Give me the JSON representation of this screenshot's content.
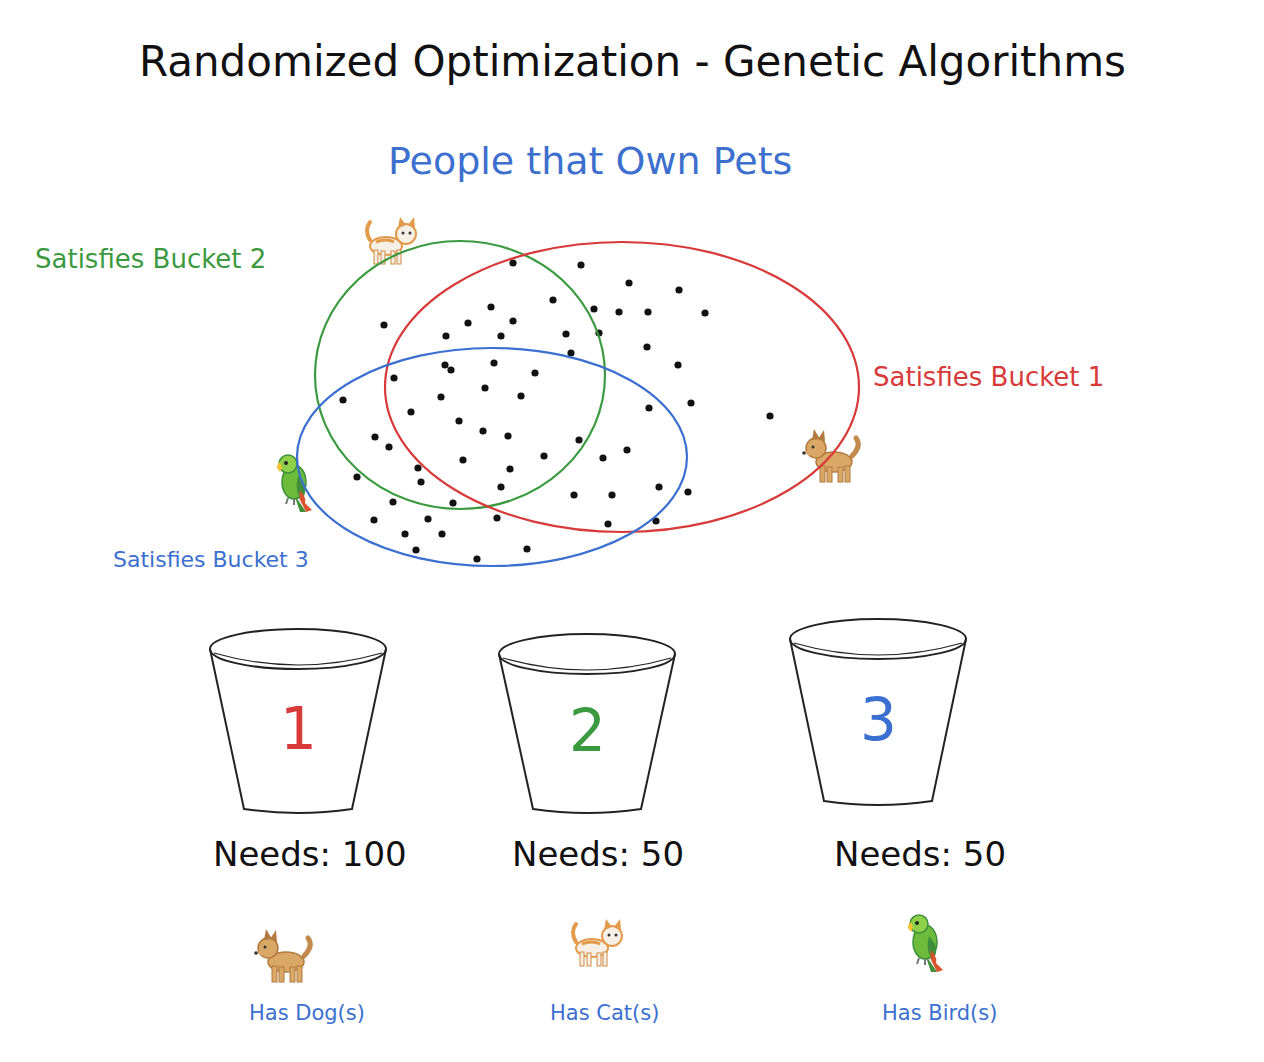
{
  "diagram": {
    "title": "Randomized Optimization - Genetic Algorithms",
    "nodes": [
      {
        "text": [
          "Satisfies Bucket 2"
        ]
      },
      {
        "text": [
          "Satisfies Bucket 1"
        ]
      },
      {
        "text": [
          "Satisfies Bucket 3"
        ]
      },
      {
        "text": [
          "1",
          "Needs: 100",
          "Has Dog(s)"
        ]
      },
      {
        "text": [
          "2",
          "Needs: 50",
          "Has Cat(s)"
        ]
      },
      {
        "text": [
          "3",
          "Needs: 50",
          "Has Bird(s)"
        ]
      }
    ],
    "labels": [
      "People that Own Pets"
    ]
  }
}
